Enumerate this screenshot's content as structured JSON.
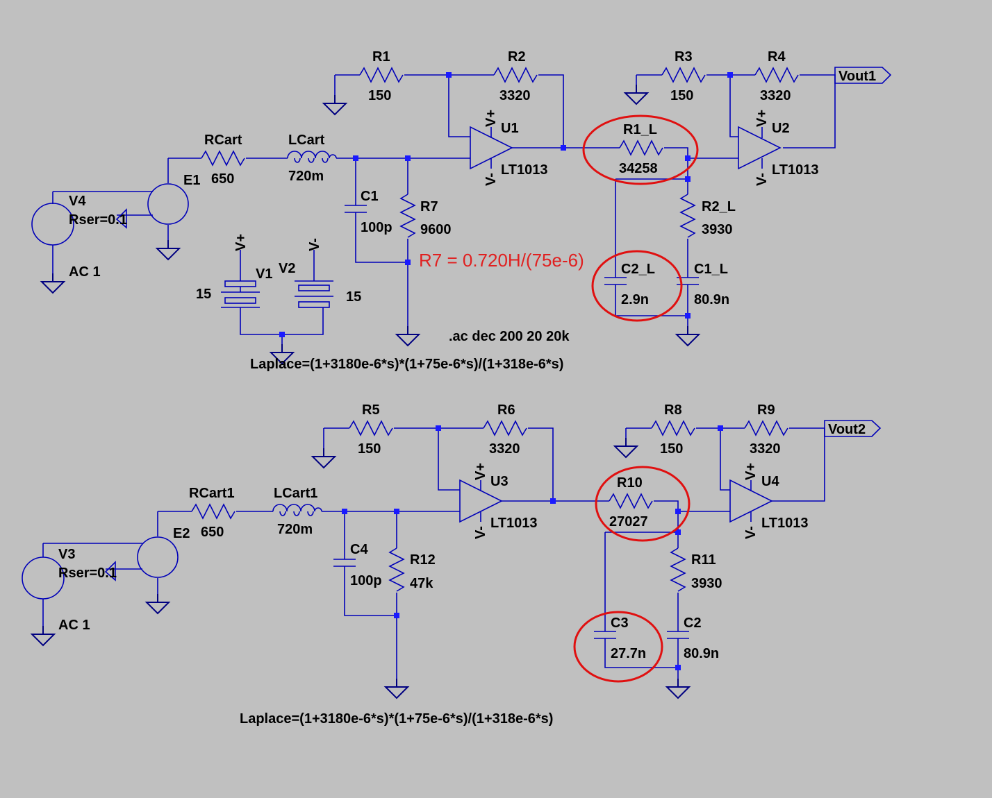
{
  "top": {
    "R1": {
      "name": "R1",
      "value": "150"
    },
    "R2": {
      "name": "R2",
      "value": "3320"
    },
    "R3": {
      "name": "R3",
      "value": "150"
    },
    "R4": {
      "name": "R4",
      "value": "3320"
    },
    "U1": {
      "name": "U1",
      "model": "LT1013"
    },
    "U2": {
      "name": "U2",
      "model": "LT1013"
    },
    "vout": "Vout1",
    "RCart": {
      "name": "RCart",
      "value": "650"
    },
    "LCart": {
      "name": "LCart",
      "value": "720m"
    },
    "E1": "E1",
    "V4": {
      "name": "V4",
      "param": "Rser=0.1",
      "ac": "AC 1"
    },
    "C1": {
      "name": "C1",
      "value": "100p"
    },
    "R7": {
      "name": "R7",
      "value": "9600"
    },
    "R7_note": "R7 = 0.720H/(75e-6)",
    "R1_L": {
      "name": "R1_L",
      "value": "34258"
    },
    "R2_L": {
      "name": "R2_L",
      "value": "3930"
    },
    "C2_L": {
      "name": "C2_L",
      "value": "2.9n"
    },
    "C1_L": {
      "name": "C1_L",
      "value": "80.9n"
    },
    "V1": {
      "name": "V1",
      "value": "15"
    },
    "V2": {
      "name": "V2",
      "value": "15"
    },
    "vplus": "V+",
    "vminus": "V-",
    "directive": ".ac dec 200 20 20k",
    "laplace": "Laplace=(1+3180e-6*s)*(1+75e-6*s)/(1+318e-6*s)"
  },
  "bottom": {
    "R5": {
      "name": "R5",
      "value": "150"
    },
    "R6": {
      "name": "R6",
      "value": "3320"
    },
    "R8": {
      "name": "R8",
      "value": "150"
    },
    "R9": {
      "name": "R9",
      "value": "3320"
    },
    "U3": {
      "name": "U3",
      "model": "LT1013"
    },
    "U4": {
      "name": "U4",
      "model": "LT1013"
    },
    "vout": "Vout2",
    "RCart1": {
      "name": "RCart1",
      "value": "650"
    },
    "LCart1": {
      "name": "LCart1",
      "value": "720m"
    },
    "E2": "E2",
    "V3": {
      "name": "V3",
      "param": "Rser=0.1",
      "ac": "AC 1"
    },
    "C4": {
      "name": "C4",
      "value": "100p"
    },
    "R12": {
      "name": "R12",
      "value": "47k"
    },
    "R10": {
      "name": "R10",
      "value": "27027"
    },
    "R11": {
      "name": "R11",
      "value": "3930"
    },
    "C3": {
      "name": "C3",
      "value": "27.7n"
    },
    "C2": {
      "name": "C2",
      "value": "80.9n"
    },
    "laplace": "Laplace=(1+3180e-6*s)*(1+75e-6*s)/(1+318e-6*s)"
  },
  "colors": {
    "background": "#c0c0c0",
    "wire": "#0000b8",
    "junction": "#1a1aff",
    "highlight": "#e01010"
  }
}
